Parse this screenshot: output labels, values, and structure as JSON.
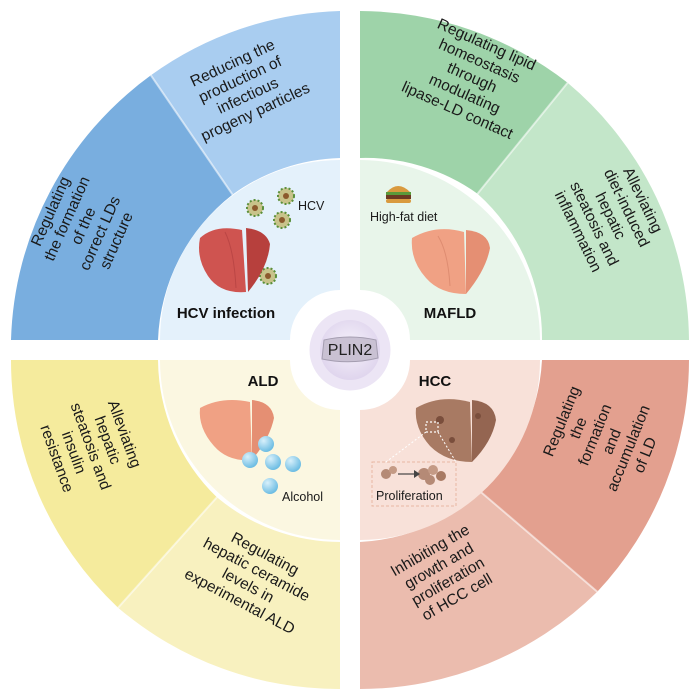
{
  "center": {
    "label": "PLIN2"
  },
  "quadrants": {
    "hcv": {
      "title": "HCV infection",
      "virus_label": "HCV",
      "outer": [
        "Reducing the production of infectious progeny particles",
        "Regulating the formation of the correct LDs structure"
      ]
    },
    "mafld": {
      "title": "MAFLD",
      "diet_label": "High-fat diet",
      "outer": [
        "Regulating lipid homeostasis through modulating lipase-LD contact",
        "Alleviating diet-induced hepatic steatosis and inflammation"
      ]
    },
    "ald": {
      "title": "ALD",
      "alcohol_label": "Alcohol",
      "outer": [
        "Alleviating hepatic steatosis and insulin resistance",
        "Regulating hepatic ceramide levels in experimental ALD"
      ]
    },
    "hcc": {
      "title": "HCC",
      "proliferation_label": "Proliferation",
      "outer": [
        "Regulating the formation and accumulation of LD",
        "Inhibiting the growth and proliferation of HCC cell"
      ]
    }
  },
  "colors": {
    "hcv_dark": "#79aedf",
    "hcv_light": "#a9cdf0",
    "hcv_inner": "#e4f1fb",
    "mafld_dark": "#9ed3a9",
    "mafld_light": "#c3e6c9",
    "mafld_inner": "#e8f5ea",
    "ald_dark": "#f5eb9d",
    "ald_light": "#f8f1bf",
    "ald_inner": "#fbf7e1",
    "hcc_dark": "#e3a08f",
    "hcc_light": "#ebbcae",
    "hcc_inner": "#f8e1d9",
    "center": "#ece5f5",
    "liver_red": "#cf5450",
    "liver_orange": "#f0a184"
  }
}
